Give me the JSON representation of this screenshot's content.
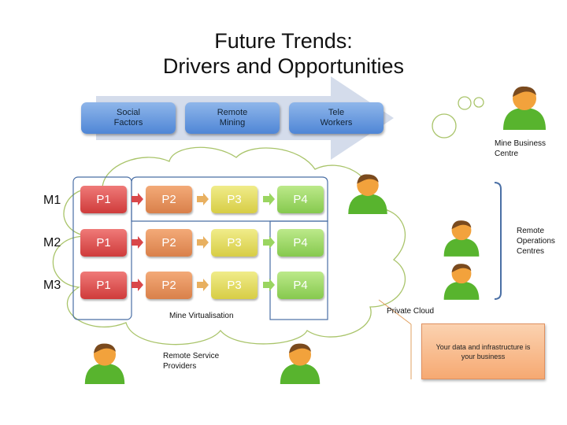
{
  "title": {
    "line1": "Future Trends:",
    "line2": "Drivers and Opportunities"
  },
  "drivers": [
    "Social\nFactors",
    "Remote\nMining",
    "Tele\nWorkers"
  ],
  "rows": [
    {
      "label": "M1",
      "steps": [
        "P1",
        "P2",
        "P3",
        "P4"
      ]
    },
    {
      "label": "M2",
      "steps": [
        "P1",
        "P2",
        "P3",
        "P4"
      ]
    },
    {
      "label": "M3",
      "steps": [
        "P1",
        "P2",
        "P3",
        "P4"
      ]
    }
  ],
  "labels": {
    "mine_virtualisation": "Mine Virtualisation",
    "private_cloud": "Private Cloud",
    "remote_service_providers": "Remote Service\nProviders",
    "mine_business_centre": "Mine Business\nCentre",
    "remote_operations_centres": "Remote\nOperations\nCentres"
  },
  "callout": "Your data and infrastructure is your business",
  "colors": {
    "driver": "#4f86d6",
    "p1": "#cf3b3b",
    "p2": "#d9804a",
    "p3": "#d7cd45",
    "p4": "#86c94e",
    "cloud": "#a9c46a",
    "frame": "#4a6fa5",
    "callout": "#f8b98a"
  }
}
